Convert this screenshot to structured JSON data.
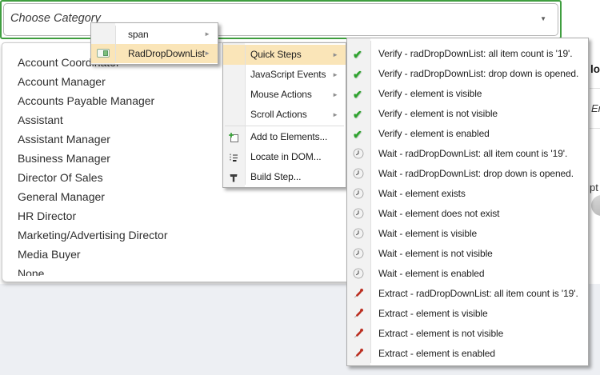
{
  "combobox": {
    "value": "Choose Category"
  },
  "category_dropdown": {
    "items": [
      "Account Coordinator",
      "Account Manager",
      "Accounts Payable Manager",
      "Assistant",
      "Assistant Manager",
      "Business Manager",
      "Director Of Sales",
      "General Manager",
      "HR Director",
      "Marketing/Advertising Director",
      "Media Buyer",
      "None"
    ]
  },
  "element_menu": {
    "items": [
      {
        "label": "span"
      },
      {
        "label": "RadDropDownList"
      }
    ],
    "selected": "RadDropDownList"
  },
  "action_menu": {
    "items": [
      "Quick Steps",
      "JavaScript Events",
      "Mouse Actions",
      "Scroll Actions",
      "Add to Elements...",
      "Locate in DOM...",
      "Build Step..."
    ],
    "selected": "Quick Steps"
  },
  "quick_steps_menu": {
    "items": [
      {
        "type": "verify",
        "label": "Verify - radDropDownList: all item count is '19'."
      },
      {
        "type": "verify",
        "label": "Verify - radDropDownList: drop down is opened."
      },
      {
        "type": "verify",
        "label": "Verify - element is visible"
      },
      {
        "type": "verify",
        "label": "Verify - element is not visible"
      },
      {
        "type": "verify",
        "label": "Verify - element is enabled"
      },
      {
        "type": "wait",
        "label": "Wait - radDropDownList: all item count is '19'."
      },
      {
        "type": "wait",
        "label": "Wait - radDropDownList: drop down is opened."
      },
      {
        "type": "wait",
        "label": "Wait - element exists"
      },
      {
        "type": "wait",
        "label": "Wait - element does not exist"
      },
      {
        "type": "wait",
        "label": "Wait - element is visible"
      },
      {
        "type": "wait",
        "label": "Wait - element is not visible"
      },
      {
        "type": "wait",
        "label": "Wait - element is enabled"
      },
      {
        "type": "extract",
        "label": "Extract - radDropDownList: all item count is '19'."
      },
      {
        "type": "extract",
        "label": "Extract - element is visible"
      },
      {
        "type": "extract",
        "label": "Extract - element is not visible"
      },
      {
        "type": "extract",
        "label": "Extract - element is enabled"
      }
    ]
  },
  "background_fragments": {
    "top_text": "lol",
    "middle_text": "Er",
    "bottom_text": "pt"
  },
  "glyphs": {
    "submenu_arrow": "►",
    "dropdown_arrow": "▼",
    "check": "✔"
  },
  "colors": {
    "combobox_border": "#3f9e3f",
    "menu_highlight": "#fae5b8",
    "verify_green": "#2da32d",
    "extract_red": "#bb2e20",
    "wait_gray": "#b9bcc2",
    "page_background": "#edeff3"
  }
}
